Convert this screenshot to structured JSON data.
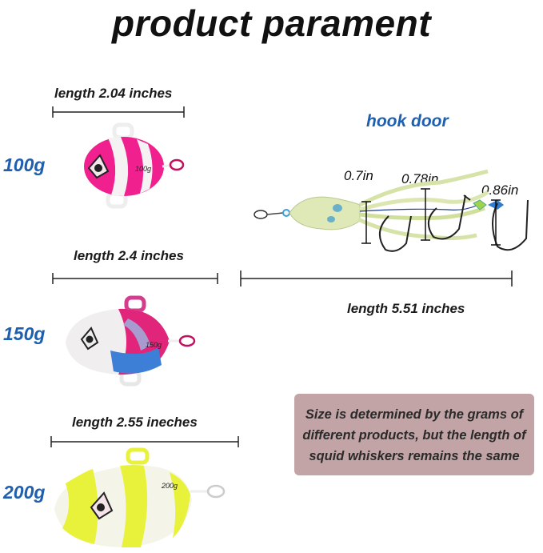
{
  "title": "product parament",
  "lures": [
    {
      "weight": "100g",
      "length": "length 2.04 inches",
      "stamp": "100g",
      "color": "#f0218f"
    },
    {
      "weight": "150g",
      "length": "length 2.4 inches",
      "stamp": "150g",
      "color": "#e0257a"
    },
    {
      "weight": "200g",
      "length": "length 2.55 ineches",
      "stamp": "200g",
      "color": "#e9f23a"
    }
  ],
  "hook": {
    "title": "hook door",
    "measurements": [
      "0.7in",
      "0.78in",
      "0.86in"
    ],
    "length": "length 5.51 inches"
  },
  "note": "Size is determined by the grams of different products, but the length of squid whiskers remains the same",
  "colors": {
    "accent": "#1e5fb0",
    "note_bg": "#c3a4a6"
  }
}
